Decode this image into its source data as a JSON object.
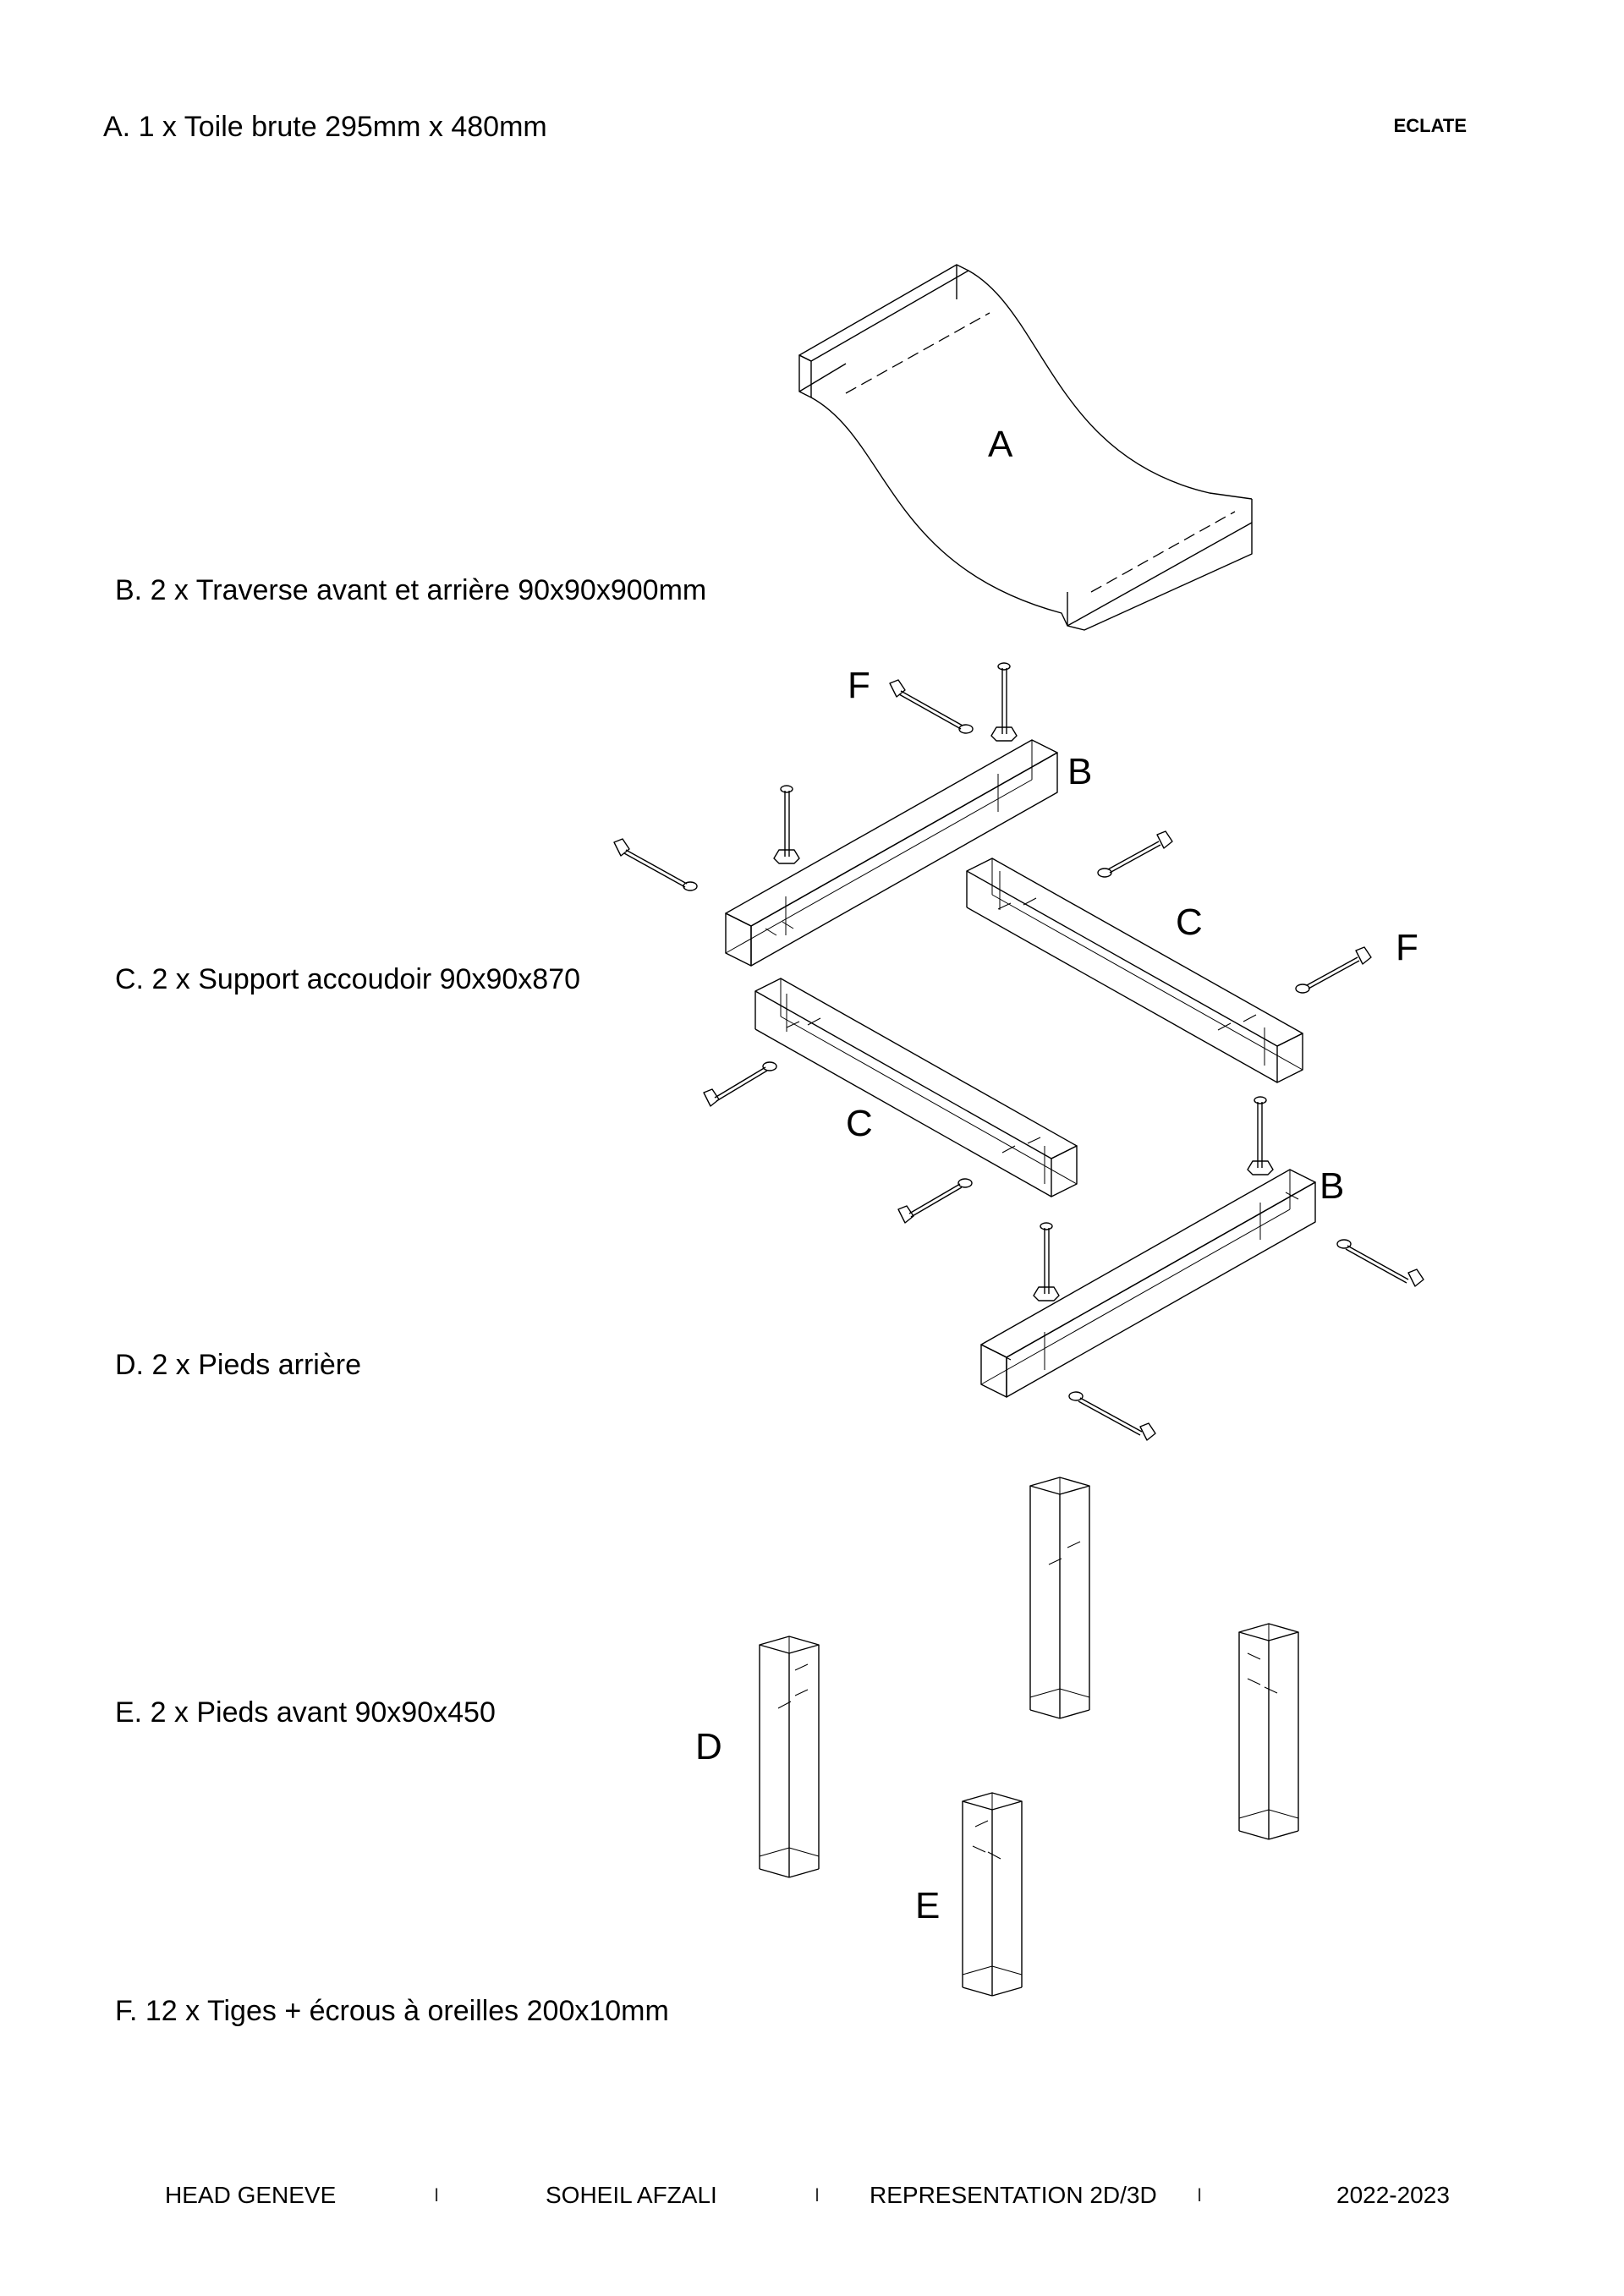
{
  "header": {
    "tag": "ECLATE"
  },
  "parts": [
    {
      "text": "A. 1 x Toile brute 295mm x 480mm"
    },
    {
      "text": "B. 2 x Traverse avant et arrière 90x90x900mm"
    },
    {
      "text": "C. 2 x Support accoudoir 90x90x870"
    },
    {
      "text": "D. 2 x Pieds arrière"
    },
    {
      "text": "E. 2 x Pieds avant 90x90x450"
    },
    {
      "text": "F. 12 x Tiges + écrous à oreilles 200x10mm"
    }
  ],
  "callouts": {
    "A": "A",
    "B": "B",
    "C": "C",
    "D": "D",
    "E": "E",
    "F": "F"
  },
  "footer": {
    "school": "HEAD GENEVE",
    "author": "SOHEIL AFZALI",
    "course": "REPRESENTATION 2D/3D",
    "year": "2022-2023",
    "separator": "I"
  },
  "icons": {
    "bolt": "bolt-with-wing-nut-icon"
  }
}
